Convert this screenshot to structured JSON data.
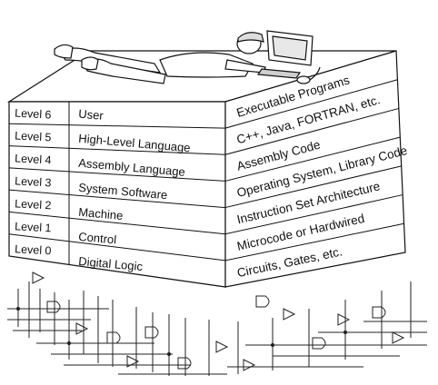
{
  "levels": [
    {
      "level": "Level 6",
      "name": "User",
      "description": "Executable Programs"
    },
    {
      "level": "Level 5",
      "name": "High-Level Language",
      "description": "C++, Java, FORTRAN, etc."
    },
    {
      "level": "Level 4",
      "name": "Assembly Language",
      "description": "Assembly Code"
    },
    {
      "level": "Level 3",
      "name": "System Software",
      "description": "Operating System, Library Code"
    },
    {
      "level": "Level 2",
      "name": "Machine",
      "description": "Instruction Set Architecture"
    },
    {
      "level": "Level 1",
      "name": "Control",
      "description": "Microcode or Hardwired"
    },
    {
      "level": "Level 0",
      "name": "Digital Logic",
      "description": "Circuits, Gates, etc."
    }
  ],
  "colors": {
    "line": "#111111",
    "background": "#ffffff"
  },
  "illustrations": [
    "person-at-computer-icon",
    "circuit-wiring-icon"
  ]
}
